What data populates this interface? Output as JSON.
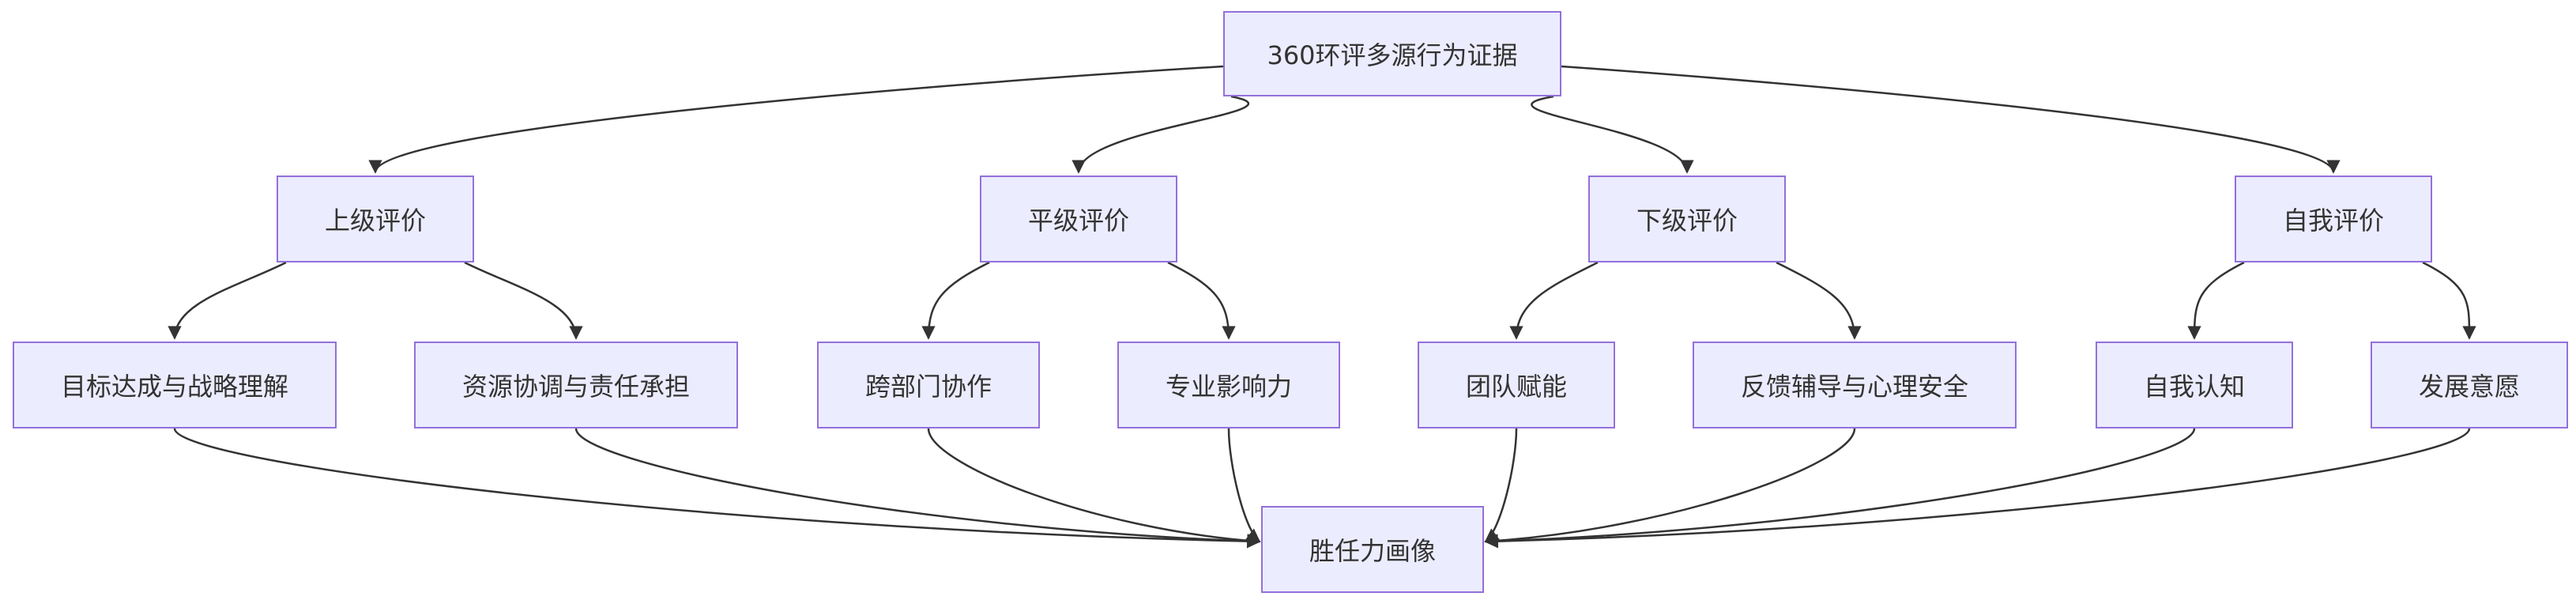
{
  "diagram": {
    "type": "flowchart",
    "colors": {
      "node_fill": "#ececff",
      "node_border": "#9370db",
      "edge": "#333333",
      "text": "#333333"
    },
    "nodes": {
      "root": {
        "label": "360环评多源行为证据"
      },
      "sup": {
        "label": "上级评价"
      },
      "peer": {
        "label": "平级评价"
      },
      "sub": {
        "label": "下级评价"
      },
      "self": {
        "label": "自我评价"
      },
      "goal": {
        "label": "目标达成与战略理解"
      },
      "res": {
        "label": "资源协调与责任承担"
      },
      "cross": {
        "label": "跨部门协作"
      },
      "pro": {
        "label": "专业影响力"
      },
      "team": {
        "label": "团队赋能"
      },
      "fb": {
        "label": "反馈辅导与心理安全"
      },
      "aware": {
        "label": "自我认知"
      },
      "dev": {
        "label": "发展意愿"
      },
      "comp": {
        "label": "胜任力画像"
      }
    },
    "edges": [
      {
        "from": "root",
        "to": "sup"
      },
      {
        "from": "root",
        "to": "peer"
      },
      {
        "from": "root",
        "to": "sub"
      },
      {
        "from": "root",
        "to": "self"
      },
      {
        "from": "sup",
        "to": "goal"
      },
      {
        "from": "sup",
        "to": "res"
      },
      {
        "from": "peer",
        "to": "cross"
      },
      {
        "from": "peer",
        "to": "pro"
      },
      {
        "from": "sub",
        "to": "team"
      },
      {
        "from": "sub",
        "to": "fb"
      },
      {
        "from": "self",
        "to": "aware"
      },
      {
        "from": "self",
        "to": "dev"
      },
      {
        "from": "goal",
        "to": "comp"
      },
      {
        "from": "res",
        "to": "comp"
      },
      {
        "from": "cross",
        "to": "comp"
      },
      {
        "from": "pro",
        "to": "comp"
      },
      {
        "from": "team",
        "to": "comp"
      },
      {
        "from": "fb",
        "to": "comp"
      },
      {
        "from": "aware",
        "to": "comp"
      },
      {
        "from": "dev",
        "to": "comp"
      }
    ]
  }
}
